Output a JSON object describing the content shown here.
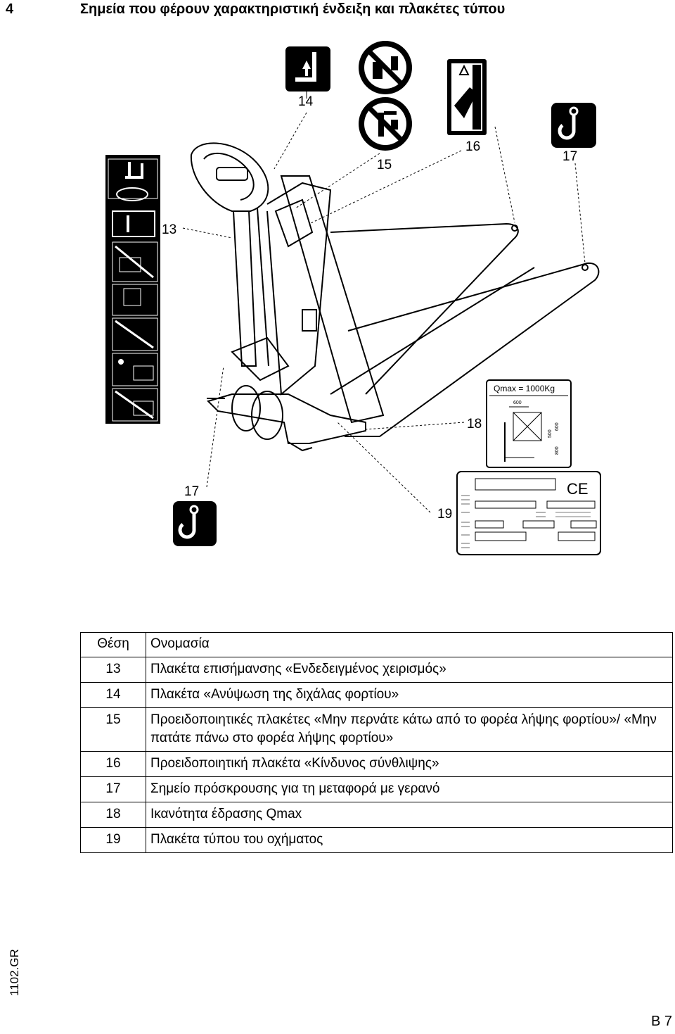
{
  "header": {
    "section_number": "4",
    "title": "Σημεία που φέρουν χαρακτηριστική ένδειξη και πλακέτες τύπου"
  },
  "figure": {
    "callouts": [
      "13",
      "14",
      "15",
      "16",
      "17",
      "17",
      "18",
      "19"
    ],
    "capacity_plate": {
      "qmax": "Qmax = 1000Kg",
      "dim_600": "600",
      "dim_600_b": "600",
      "dim_800": "800",
      "dim_500": "500"
    },
    "ce_mark": "CE"
  },
  "legend": {
    "header": {
      "position": "Θέση",
      "name": "Ονομασία"
    },
    "rows": [
      {
        "position": "13",
        "name": "Πλακέτα επισήμανσης «Ενδεδειγμένος χειρισμός»"
      },
      {
        "position": "14",
        "name": "Πλακέτα «Ανύψωση της διχάλας φορτίου»"
      },
      {
        "position": "15",
        "name": "Προειδοποιητικές πλακέτες «Μην περνάτε κάτω από το φορέα λήψης φορτίου»/ «Μην πατάτε πάνω στο φορέα λήψης φορτίου»"
      },
      {
        "position": "16",
        "name": "Προειδοποιητική πλακέτα «Κίνδυνος σύνθλιψης»"
      },
      {
        "position": "17",
        "name": "Σημείο πρόσκρουσης για τη μεταφορά με γερανό"
      },
      {
        "position": "18",
        "name": "Ικανότητα έδρασης Qmax"
      },
      {
        "position": "19",
        "name": "Πλακέτα τύπου του οχήματος"
      }
    ]
  },
  "footer": {
    "doc_code": "1102.GR",
    "page": "B 7"
  }
}
